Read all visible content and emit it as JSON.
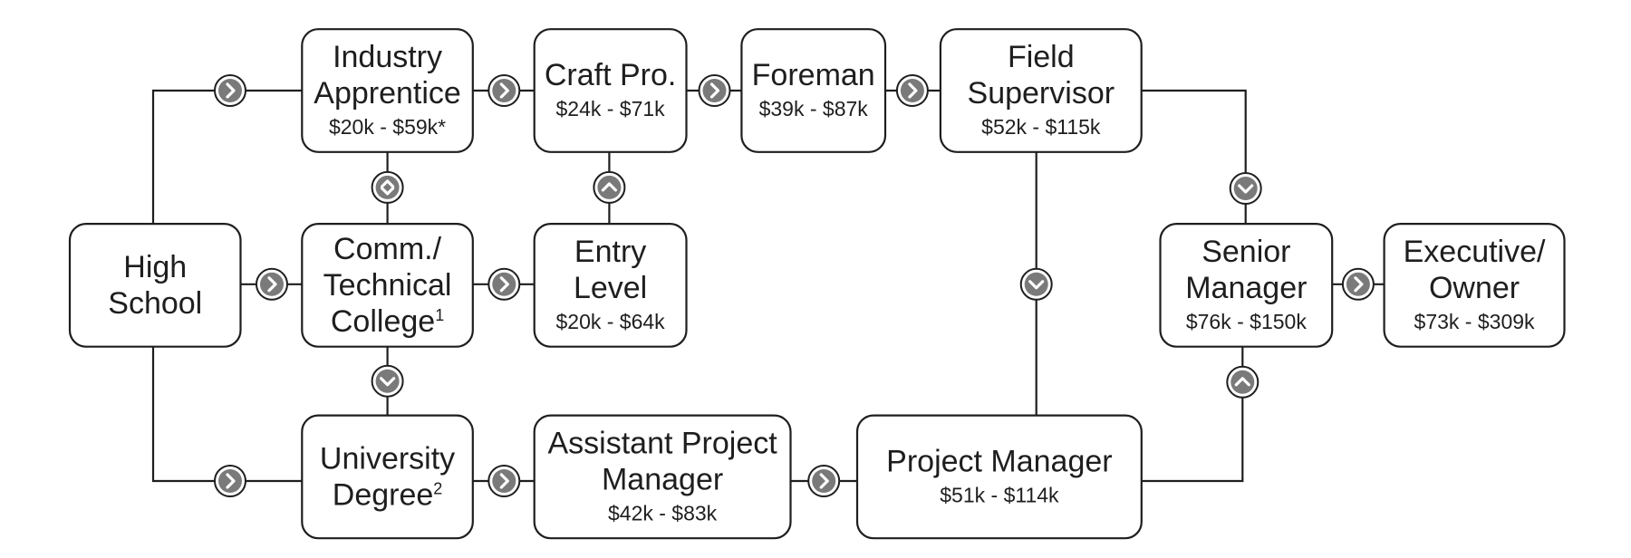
{
  "nodes": {
    "high_school": {
      "lines": [
        "High",
        "School"
      ],
      "salary": ""
    },
    "industry_apprentice": {
      "lines": [
        "Industry",
        "Apprentice"
      ],
      "salary": "$20k - $59k*"
    },
    "craft_pro": {
      "lines": [
        "Craft Pro."
      ],
      "salary": "$24k - $71k"
    },
    "foreman": {
      "lines": [
        "Foreman"
      ],
      "salary": "$39k - $87k"
    },
    "field_supervisor": {
      "lines": [
        "Field",
        "Supervisor"
      ],
      "salary": "$52k - $115k"
    },
    "comm_technical_college": {
      "lines": [
        "Comm./",
        "Technical",
        "College"
      ],
      "sup": "1",
      "salary": ""
    },
    "entry_level": {
      "lines": [
        "Entry",
        "Level"
      ],
      "salary": "$20k - $64k"
    },
    "senior_manager": {
      "lines": [
        "Senior",
        "Manager"
      ],
      "salary": "$76k - $150k"
    },
    "executive_owner": {
      "lines": [
        "Executive/",
        "Owner"
      ],
      "salary": "$73k - $309k"
    },
    "university_degree": {
      "lines": [
        "University",
        "Degree"
      ],
      "sup": "2",
      "salary": ""
    },
    "assistant_project_manager": {
      "lines": [
        "Assistant Project",
        "Manager"
      ],
      "salary": "$42k - $83k"
    },
    "project_manager": {
      "lines": [
        "Project Manager"
      ],
      "salary": "$51k - $114k"
    }
  },
  "edges": [
    {
      "from": "high_school",
      "to": "industry_apprentice"
    },
    {
      "from": "high_school",
      "to": "comm_technical_college"
    },
    {
      "from": "high_school",
      "to": "university_degree"
    },
    {
      "from": "industry_apprentice",
      "to": "craft_pro"
    },
    {
      "from": "industry_apprentice",
      "to": "comm_technical_college",
      "bidirectional": true
    },
    {
      "from": "craft_pro",
      "to": "foreman"
    },
    {
      "from": "entry_level",
      "to": "craft_pro"
    },
    {
      "from": "foreman",
      "to": "field_supervisor"
    },
    {
      "from": "comm_technical_college",
      "to": "entry_level"
    },
    {
      "from": "comm_technical_college",
      "to": "university_degree"
    },
    {
      "from": "field_supervisor",
      "to": "senior_manager"
    },
    {
      "from": "field_supervisor",
      "to": "project_manager"
    },
    {
      "from": "university_degree",
      "to": "assistant_project_manager"
    },
    {
      "from": "assistant_project_manager",
      "to": "project_manager"
    },
    {
      "from": "project_manager",
      "to": "senior_manager"
    },
    {
      "from": "senior_manager",
      "to": "executive_owner"
    }
  ]
}
